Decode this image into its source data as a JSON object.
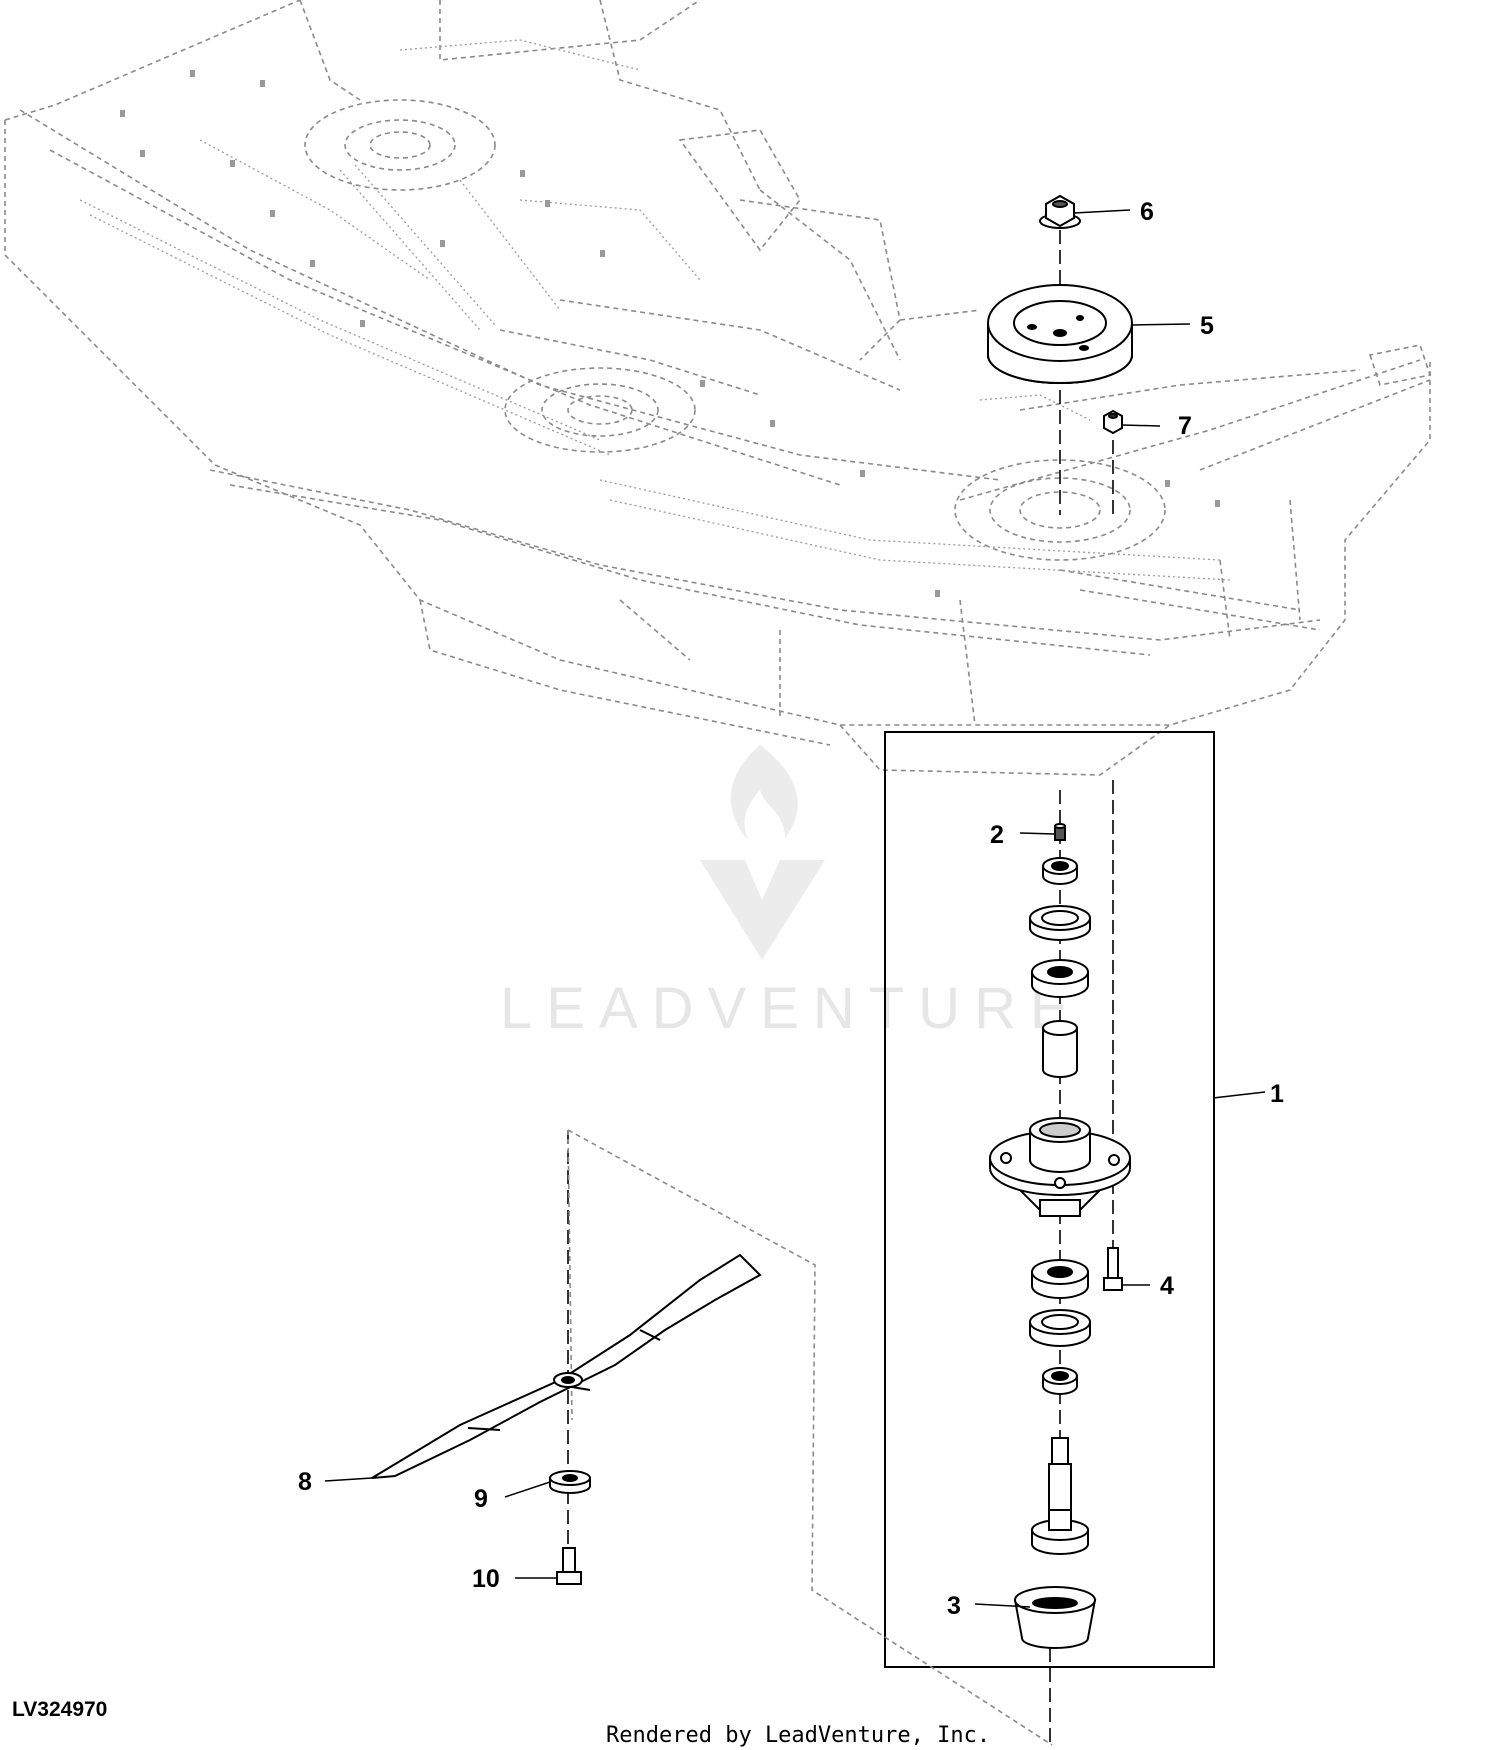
{
  "figure_id": "LV324970",
  "render_credit": "Rendered by LeadVenture, Inc.",
  "watermark": {
    "text": "LEADVENTURE",
    "icon": "flame-v-logo-icon"
  },
  "callouts": {
    "c1": "1",
    "c2": "2",
    "c3": "3",
    "c4": "4",
    "c5": "5",
    "c6": "6",
    "c7": "7",
    "c8": "8",
    "c9": "9",
    "c10": "10"
  },
  "colors": {
    "line": "#000000",
    "hidden_line": "#8a8a8a",
    "watermark": "#e6e6e6"
  }
}
